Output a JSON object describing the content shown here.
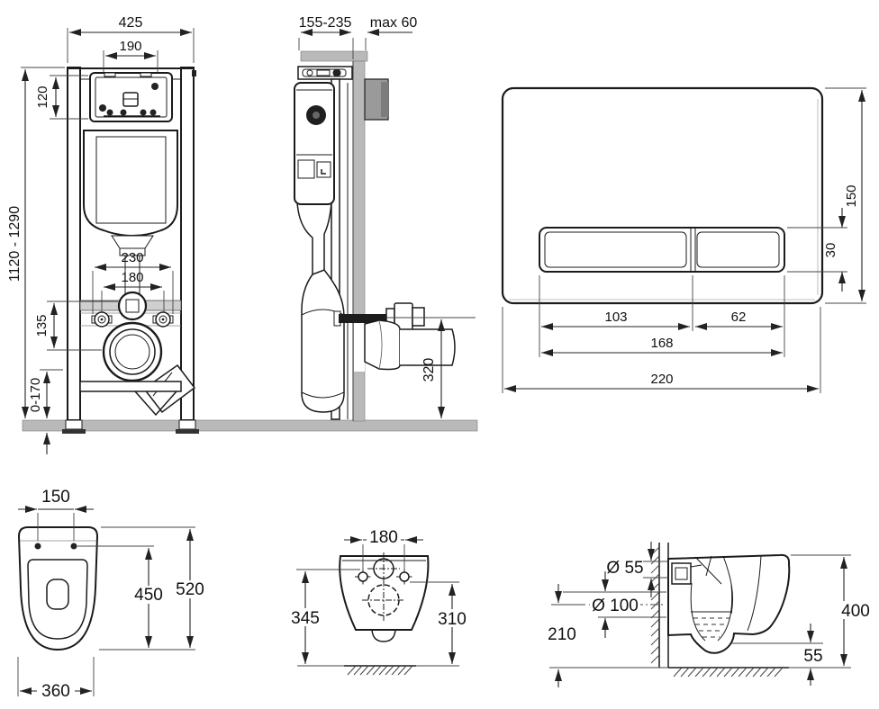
{
  "frame_front": {
    "width": "425",
    "access_width": "190",
    "access_height": "120",
    "install_height": "1120 - 1290",
    "fixing_spacing": "230",
    "stud_spacing": "180",
    "outlet_drop": "135",
    "base_adjust": "0-170"
  },
  "frame_side": {
    "depth": "155-235",
    "max_wall": "max 60",
    "outlet_height": "320"
  },
  "flush_plate": {
    "height": "150",
    "button_height": "30",
    "left_button_width": "103",
    "right_button_width": "62",
    "buttons_width": "168",
    "width": "220"
  },
  "bowl_top": {
    "hinge_spacing": "150",
    "inner_depth": "450",
    "depth": "520",
    "width": "360"
  },
  "bowl_rear": {
    "bolt_spacing": "180",
    "height_left": "345",
    "height_right": "310"
  },
  "bowl_side": {
    "inlet_diameter": "Ø 55",
    "outlet_diameter": "Ø 100",
    "outlet_center_height": "210",
    "depth": "400",
    "clearance": "55"
  }
}
